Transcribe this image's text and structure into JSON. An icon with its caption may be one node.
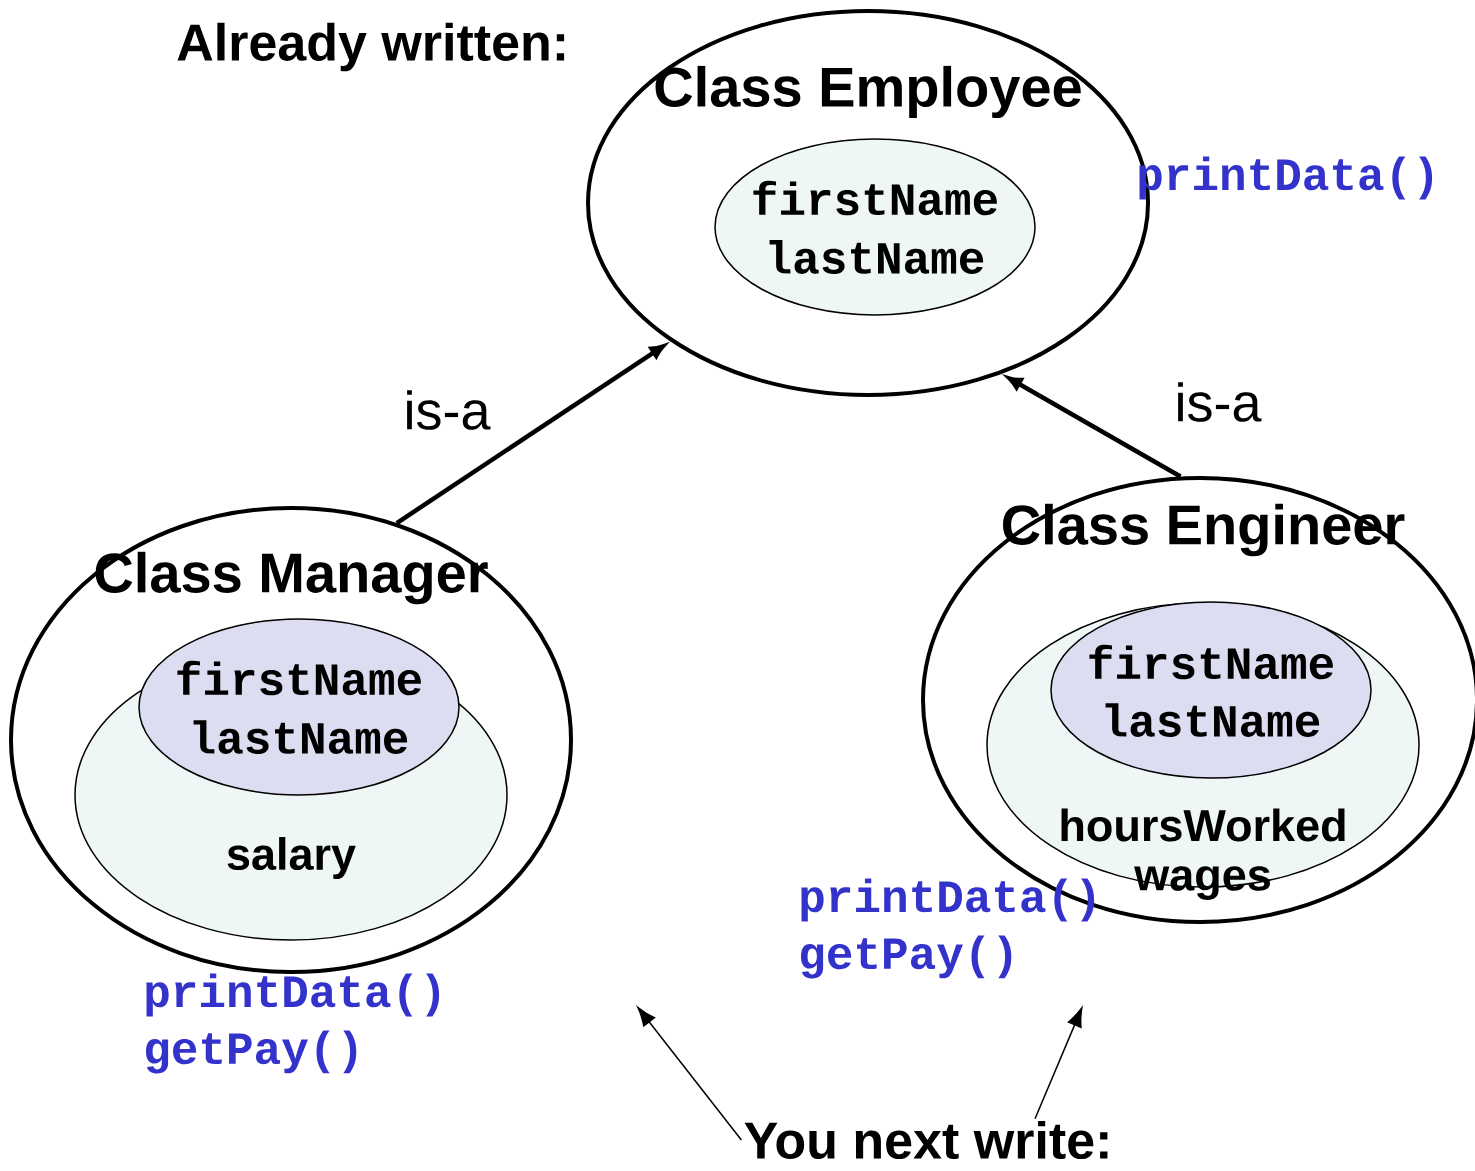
{
  "diagram": {
    "nodes": [
      {
        "text": [
          "Class Employee"
        ],
        "beside": [
          "printData()"
        ]
      },
      {
        "text": [
          "firstName",
          "lastName"
        ],
        "in": 0
      },
      {
        "text": [
          "Class Manager"
        ],
        "beside": [
          "printData()",
          "getPay()"
        ]
      },
      {
        "text": [
          "salary"
        ],
        "in": 2
      },
      {
        "text": [
          "firstName",
          "lastName"
        ],
        "in": 2
      },
      {
        "text": [
          "Class Engineer"
        ],
        "beside": [
          "printData()",
          "getPay()"
        ]
      },
      {
        "text": [
          "hoursWorked",
          "wages"
        ],
        "in": 5
      },
      {
        "text": [
          "firstName",
          "lastName"
        ],
        "in": 6
      },
      {
        "text": [
          "You next write:"
        ]
      }
    ],
    "edges": [
      {
        "from": 2,
        "to": 0,
        "arrow": "to",
        "label": "is-a",
        "style": "thick"
      },
      {
        "from": 5,
        "to": 0,
        "arrow": "to",
        "label": "is-a",
        "style": "thick"
      },
      {
        "from": 8,
        "to": null,
        "arrow": "to"
      },
      {
        "from": 8,
        "to": null,
        "arrow": "to"
      }
    ],
    "labels": [
      "Already written:"
    ]
  }
}
